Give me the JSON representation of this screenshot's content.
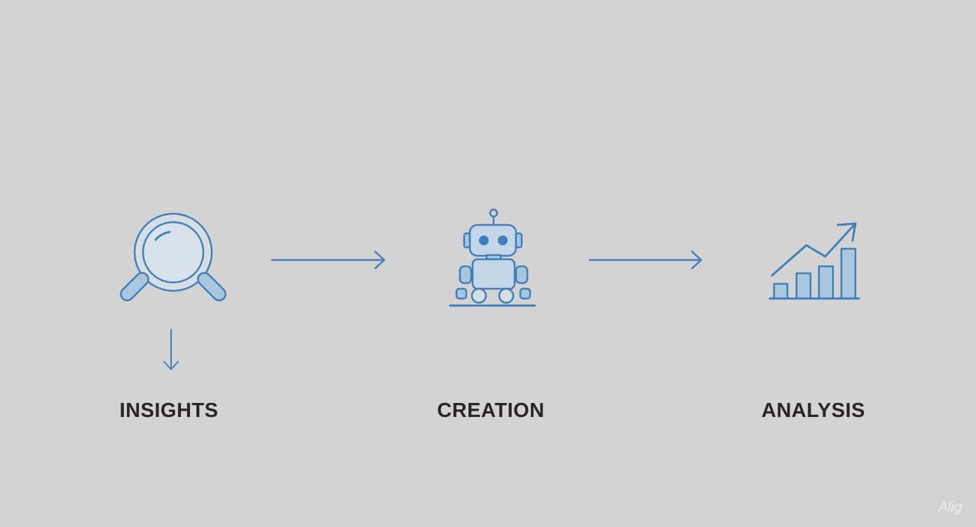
{
  "colors": {
    "background": "#d3d3d3",
    "icon_stroke": "#3f7fb9",
    "icon_fill": "#b7cfe4",
    "label_text": "#2a2524"
  },
  "steps": [
    {
      "label": "INSIGHTS",
      "icon": "magnifying-glass-icon"
    },
    {
      "label": "CREATION",
      "icon": "robot-icon"
    },
    {
      "label": "ANALYSIS",
      "icon": "bar-chart-trend-icon"
    }
  ],
  "connectors": [
    {
      "from": "INSIGHTS",
      "to": "CREATION",
      "direction": "right"
    },
    {
      "from": "CREATION",
      "to": "ANALYSIS",
      "direction": "right"
    },
    {
      "from": "INSIGHTS",
      "to": "INSIGHTS",
      "direction": "down"
    }
  ],
  "watermark": "Alig"
}
